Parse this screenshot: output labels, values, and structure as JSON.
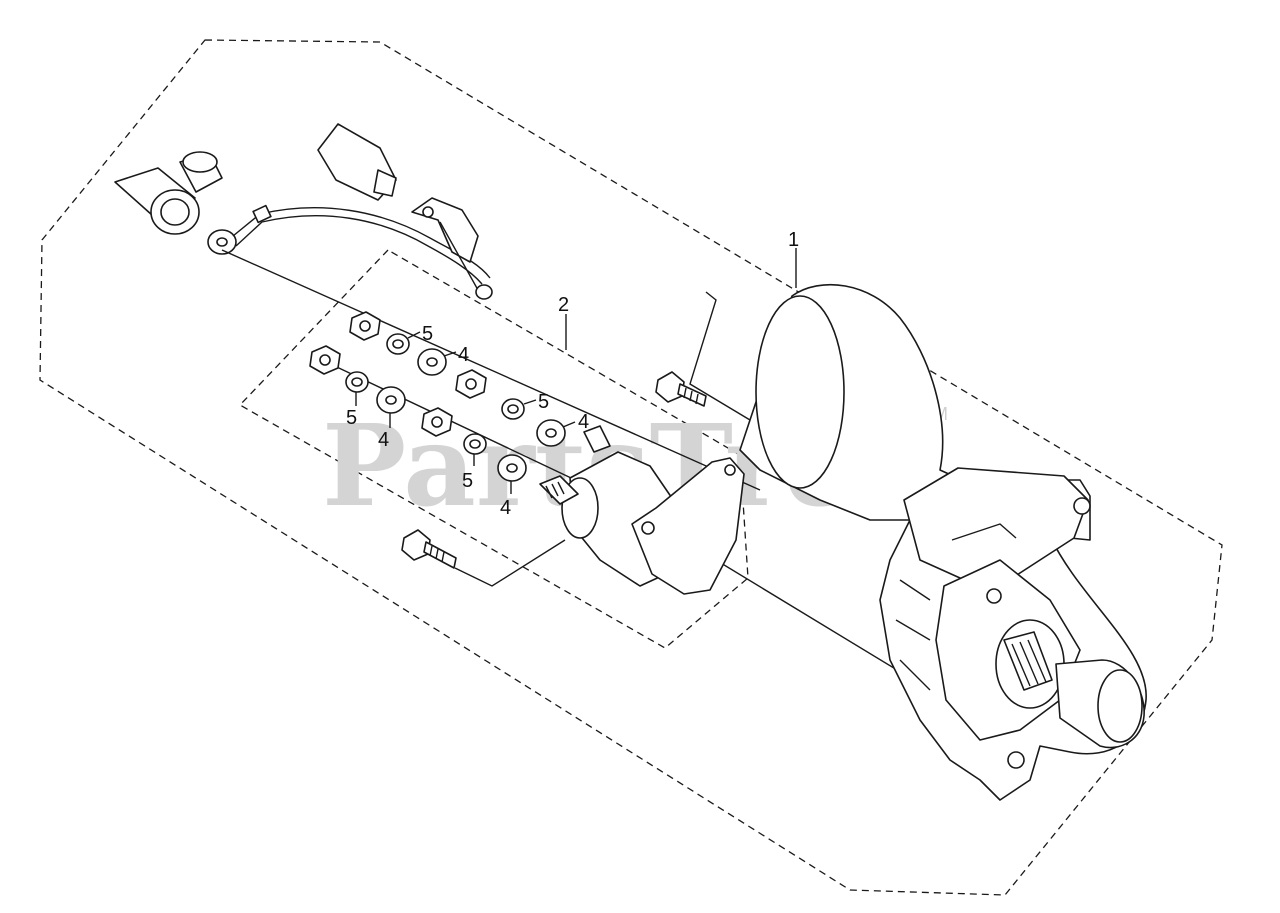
{
  "watermark": {
    "text": "PartsTree",
    "trademark": "TM"
  },
  "callouts": [
    {
      "id": "starter-assembly",
      "label": "1"
    },
    {
      "id": "solenoid-kit",
      "label": "2"
    },
    {
      "id": "washer-4a",
      "label": "4"
    },
    {
      "id": "washer-4b",
      "label": "4"
    },
    {
      "id": "washer-4c",
      "label": "4"
    },
    {
      "id": "washer-4d",
      "label": "4"
    },
    {
      "id": "washer-5a",
      "label": "5"
    },
    {
      "id": "washer-5b",
      "label": "5"
    },
    {
      "id": "washer-5c",
      "label": "5"
    },
    {
      "id": "washer-5d",
      "label": "5"
    }
  ],
  "colors": {
    "line": "#1a1a1a",
    "watermark": "#d4d4d4",
    "background": "#ffffff"
  }
}
